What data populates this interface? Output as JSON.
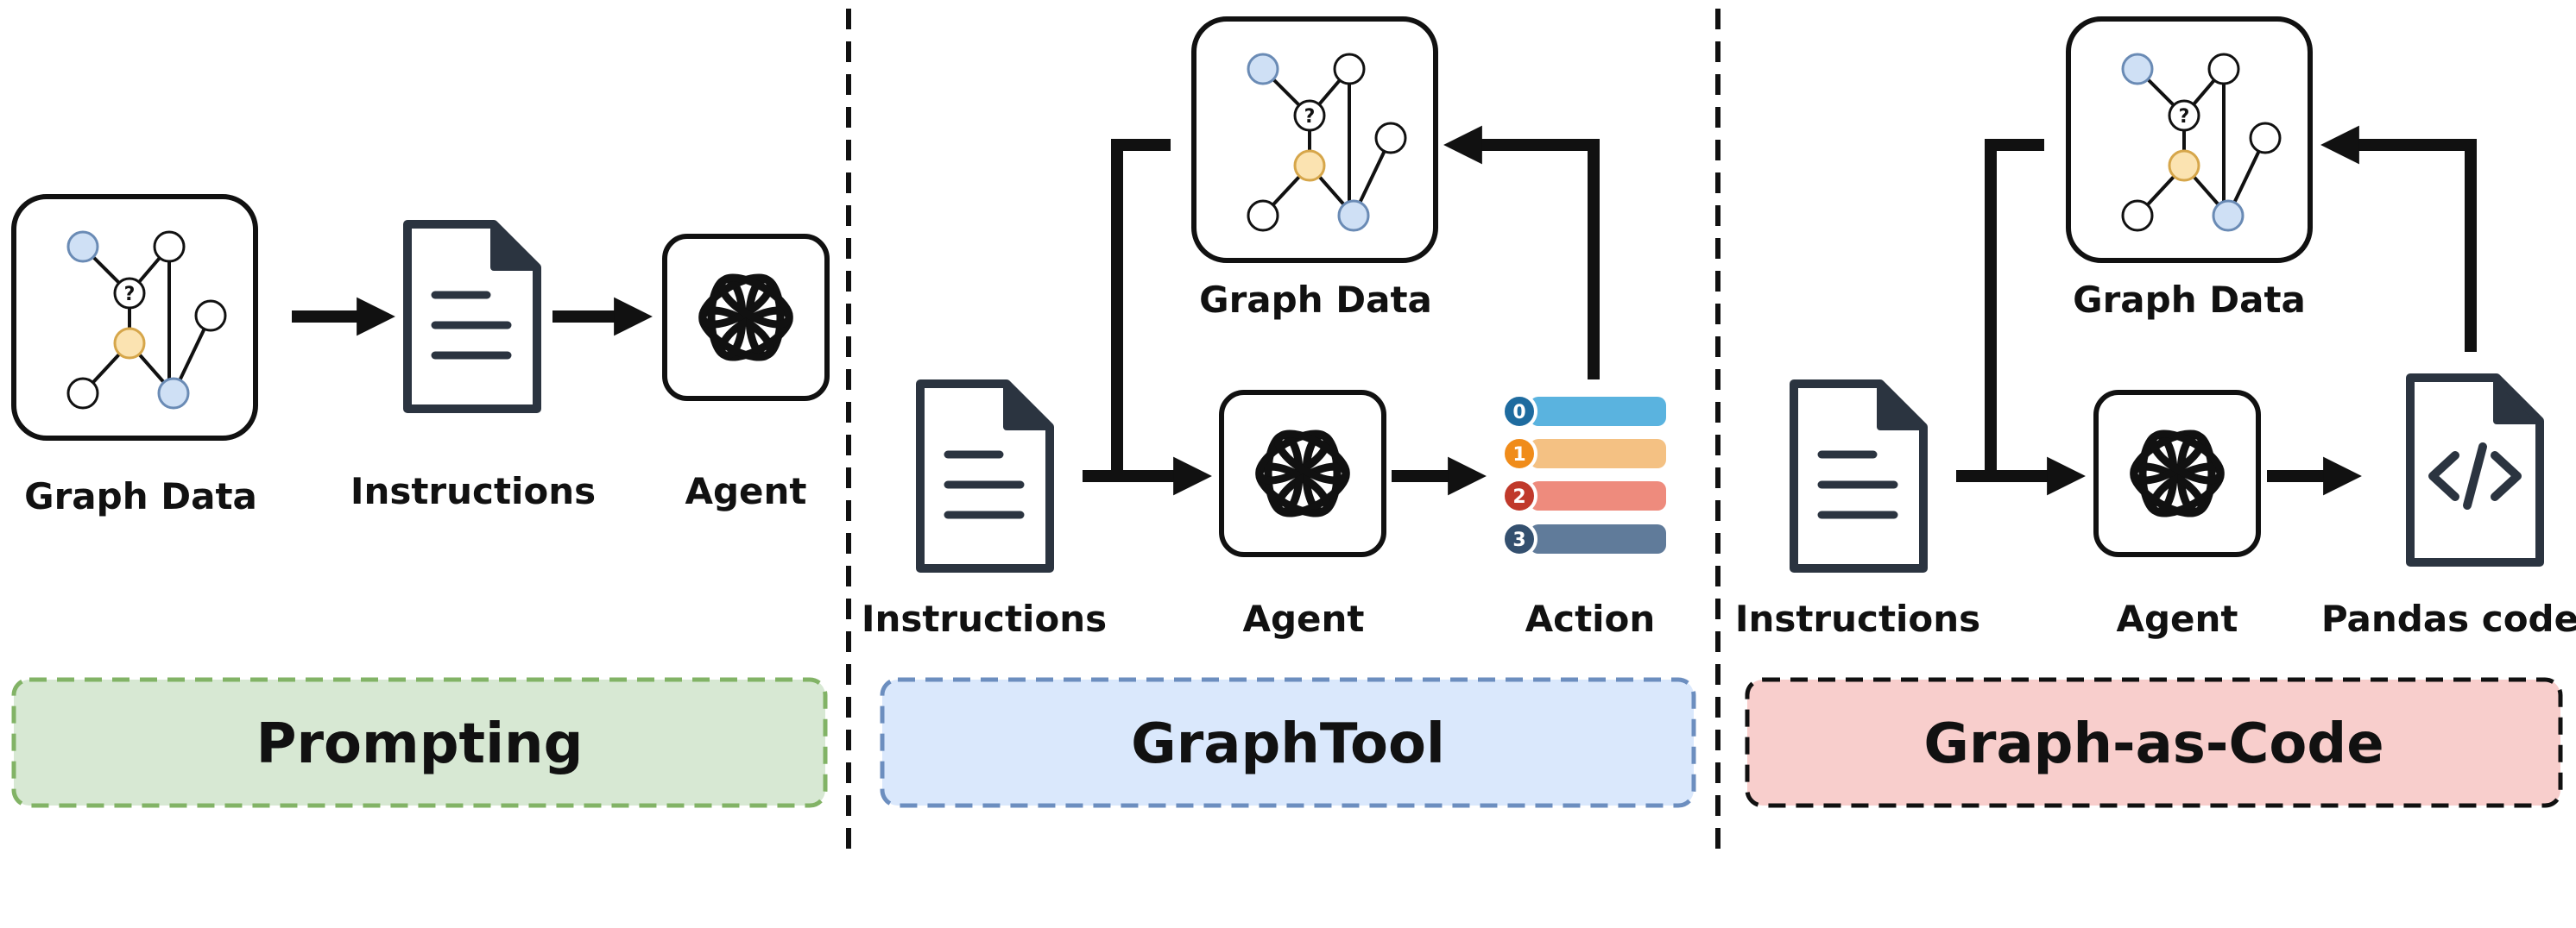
{
  "colors": {
    "line": "#111111",
    "doc": "#2b3440",
    "node_blue": "#cfe0f5",
    "node_orange": "#fbe3b1",
    "prompting_fill": "#d7e8d3",
    "prompting_border": "#82b366",
    "graphtool_fill": "#dae8fc",
    "graphtool_border": "#6c8ebf",
    "gac_fill": "#f8cecc",
    "gac_border": "#111111",
    "action_bars": [
      "#5ab3df",
      "#f4c183",
      "#ee8b7d",
      "#607b9a"
    ],
    "action_badges": [
      "#1e6b9f",
      "#f08c1a",
      "#c0392b",
      "#34506f"
    ]
  },
  "panels": {
    "prompting": {
      "title": "Prompting",
      "labels": {
        "graph": "Graph Data",
        "instructions": "Instructions",
        "agent": "Agent"
      }
    },
    "graphtool": {
      "title": "GraphTool",
      "labels": {
        "graph": "Graph Data",
        "instructions": "Instructions",
        "agent": "Agent",
        "action": "Action"
      },
      "action_items": [
        "0",
        "1",
        "2",
        "3"
      ]
    },
    "graph_as_code": {
      "title": "Graph-as-Code",
      "labels": {
        "graph": "Graph Data",
        "instructions": "Instructions",
        "agent": "Agent",
        "code": "Pandas code"
      }
    }
  },
  "icons": {
    "graph": "graph-network-icon",
    "question": "question-mark-icon",
    "document": "document-icon",
    "agent": "openai-logo-icon",
    "code": "code-file-icon"
  }
}
